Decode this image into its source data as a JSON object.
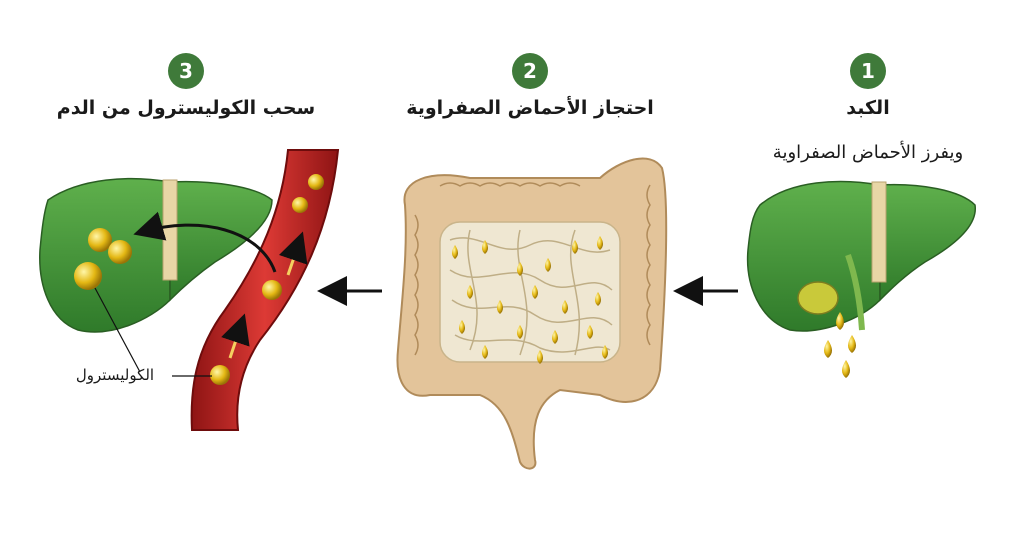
{
  "steps": [
    {
      "number": "1",
      "title": "الكبد",
      "subtitle": "ويفرز الأحماض الصفراوية"
    },
    {
      "number": "2",
      "title": "احتجاز الأحماض الصفراوية"
    },
    {
      "number": "3",
      "title": "سحب الكوليسترول من الدم"
    }
  ],
  "labels": {
    "cholesterol": "الكوليسترول"
  },
  "colors": {
    "badge": "#3f7a3a",
    "liver": "#4a9a3c",
    "blood_vessel": "#c62a2a",
    "bile": "#e6c21a",
    "intestine": "#e3c49a"
  }
}
